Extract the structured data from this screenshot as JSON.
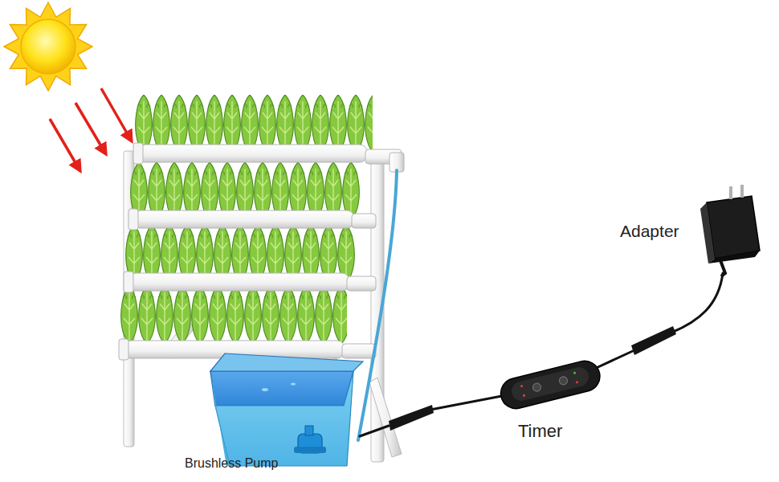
{
  "diagram": {
    "labels": [
      "Adapter",
      "Timer",
      "Brushless Pump"
    ]
  }
}
